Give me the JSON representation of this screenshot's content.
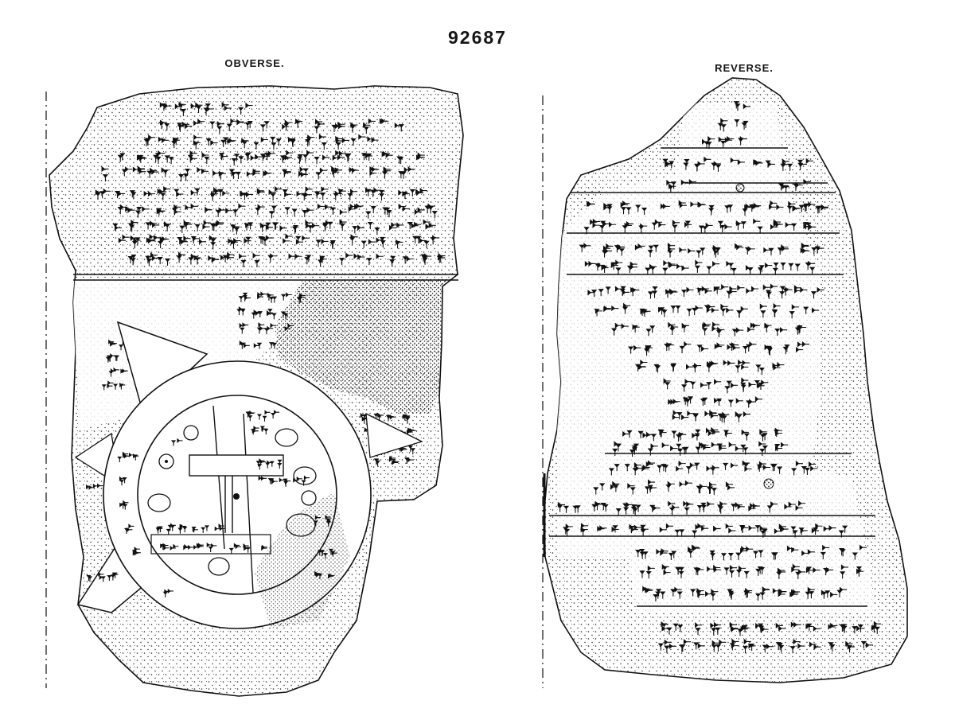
{
  "plate": {
    "number": "92687",
    "obverse_label": "OBVERSE.",
    "reverse_label": "REVERSE."
  },
  "colors": {
    "ink": "#1a1a1a",
    "paper": "#ffffff"
  },
  "icons": {
    "stipple": "dotted-texture",
    "cuneiform": "wedge-glyph",
    "circle": "star-circle-icon"
  }
}
